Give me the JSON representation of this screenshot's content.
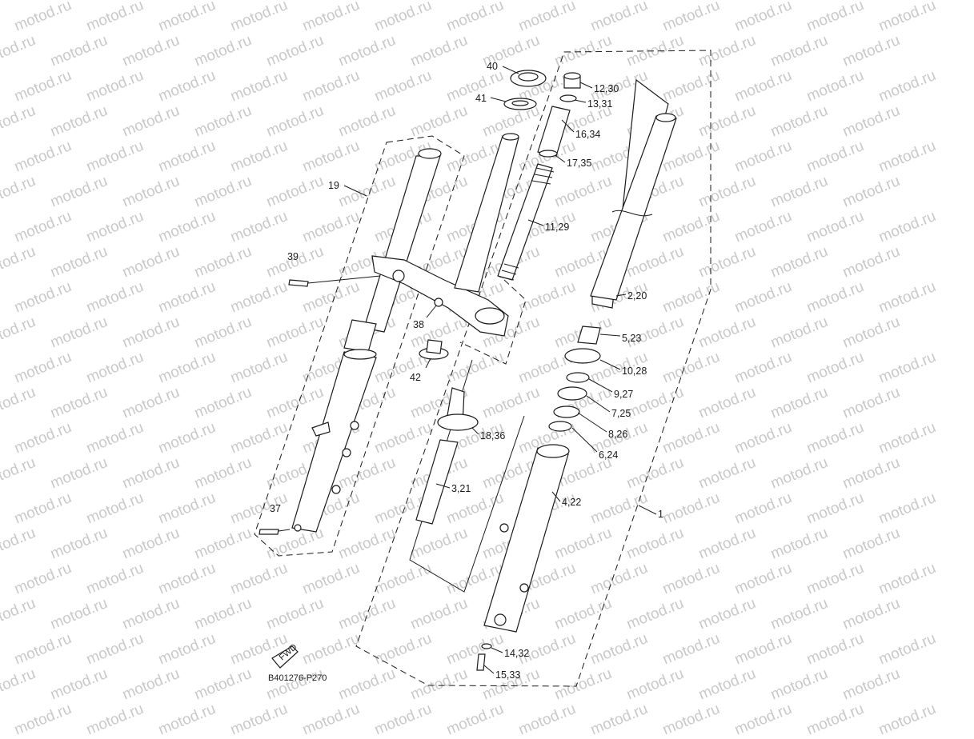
{
  "watermark": "motod.ru",
  "diagram_code": "B401276-P270",
  "fwd_label": "FWD",
  "callouts": {
    "c40": "40",
    "c41": "41",
    "c12_30": "12,30",
    "c13_31": "13,31",
    "c16_34": "16,34",
    "c17_35": "17,35",
    "c11_29": "11,29",
    "c19": "19",
    "c39": "39",
    "c38": "38",
    "c42": "42",
    "c2_20": "2,20",
    "c5_23": "5,23",
    "c10_28": "10,28",
    "c9_27": "9,27",
    "c7_25": "7,25",
    "c18_36": "18,36",
    "c8_26": "8,26",
    "c6_24": "6,24",
    "c3_21": "3,21",
    "c4_22": "4,22",
    "c1": "1",
    "c37": "37",
    "c14_32": "14,32",
    "c15_33": "15,33"
  },
  "colors": {
    "line": "#1a1a1a",
    "watermark": "#c9c9c9",
    "background": "#ffffff"
  }
}
